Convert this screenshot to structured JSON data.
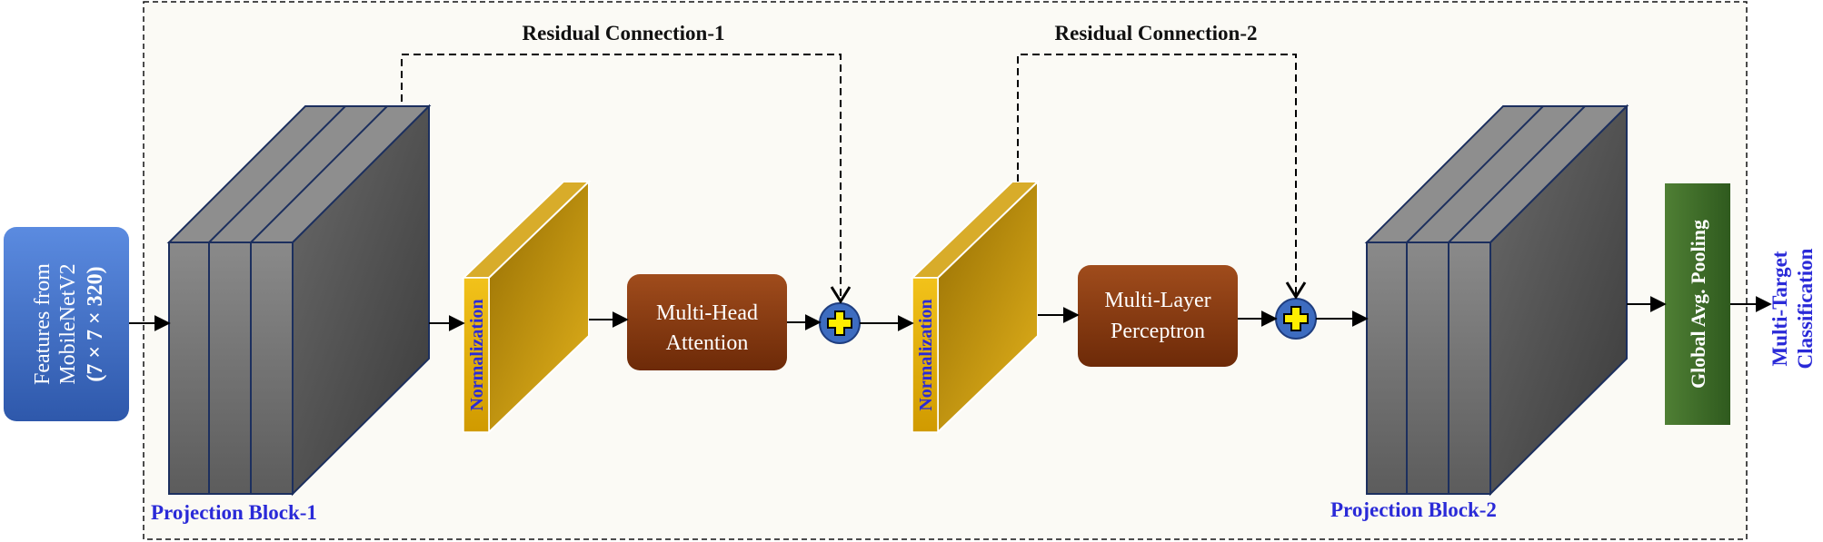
{
  "input": {
    "line1": "Features from",
    "line2": "MobileNetV2",
    "line3": "(7 × 7 × 320)"
  },
  "residual1_label": "Residual Connection-1",
  "residual2_label": "Residual Connection-2",
  "projection1_label": "Projection Block-1",
  "projection2_label": "Projection Block-2",
  "norm1_label": "Normalization",
  "norm2_label": "Normalization",
  "mha": {
    "line1": "Multi-Head",
    "line2": "Attention"
  },
  "mlp": {
    "line1": "Multi-Layer",
    "line2": "Perceptron"
  },
  "gap_label": "Global Avg. Pooling",
  "output": {
    "line1": "Multi-Target",
    "line2": "Classification"
  },
  "colors": {
    "frame_bg": "#fbfaf5",
    "input_box": "#3f6fc8",
    "block_gray": "#6e6e6e",
    "norm_gold": "#c99b10",
    "brown_box": "#8a3a10",
    "gap_green": "#3e6b2a",
    "label_blue": "#2a2ad8",
    "add_circle": "#3d6cc0",
    "add_plus": "#ffee00"
  }
}
